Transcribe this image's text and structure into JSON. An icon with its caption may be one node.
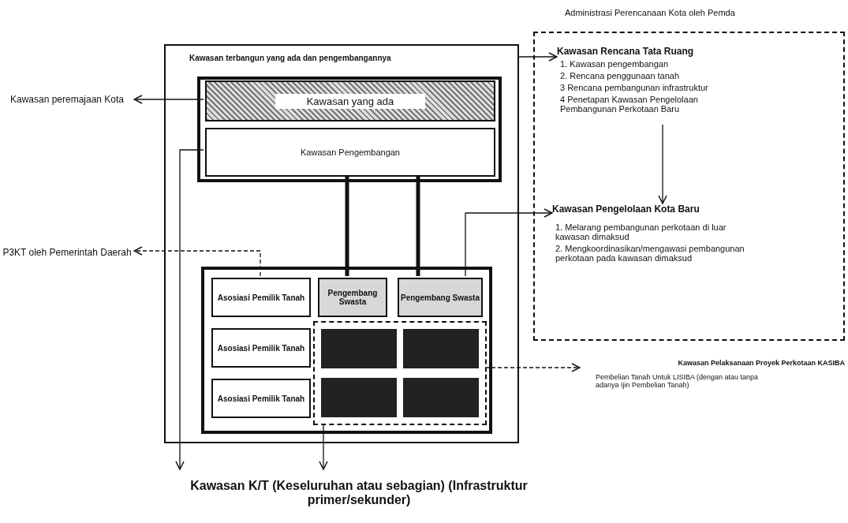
{
  "diagram": {
    "nodes": [
      {
        "text": [
          "Kawasan terbangun yang ada dan pengembangannya"
        ]
      },
      {
        "text": [
          "Kawasan yang ada"
        ],
        "in": 0
      },
      {
        "text": [
          "Kawasan Pengembangan"
        ],
        "in": 0
      },
      {
        "text": [
          "Asosiasi Pemilik Tanah"
        ],
        "in": 0
      },
      {
        "text": [
          "Pengembang Swasta"
        ],
        "in": 0
      },
      {
        "text": [
          "Pengembang Swasta"
        ],
        "in": 0
      },
      {
        "text": [
          "Asosiasi Pemilik Tanah"
        ],
        "in": 0
      },
      {
        "text": [],
        "shape": "box",
        "in": 0
      },
      {
        "text": [
          "Asosiasi Pemilik Tanah"
        ],
        "in": 0
      },
      {
        "text": [
          "Kawasan peremajaan Kota"
        ]
      },
      {
        "text": [
          "P3KT oleh Pemerintah Daerah"
        ]
      },
      {
        "text": [
          "Administrasi Perencanaan Kota oleh Pemda"
        ]
      },
      {
        "text": [
          "Kawasan Rencana Tata Ruang",
          "1. Kawasan pengembangan",
          "2. Rencana penggunaan tanah",
          "3 Rencana pembangunan infrastruktur",
          "4 Penetapan Kawasan Pengelolaan Pembangunan Perkotaan Baru"
        ],
        "in": 11
      },
      {
        "text": [
          "Kawasan Pengelolaan Kota Baru",
          "1. Melarang pembangunan perkotaan di luar kawasan dimaksud",
          "2. Mengkoordinasikan/mengawasi pembangunan perkotaan pada kawasan dimaksud"
        ],
        "in": 11
      },
      {
        "text": [
          "Kawasan Pelaksanaan Proyek Perkotaan KASIBA",
          "Pembelian Tanah Untuk LISIBA (dengan atau tanpa adanya Ijin Pembelian Tanah)"
        ]
      },
      {
        "text": [
          "Kawasan K/T (Keseluruhan atau sebagian) (Infrastruktur primer/sekunder)"
        ]
      }
    ],
    "edges": [
      {
        "from": 1,
        "to": 9,
        "arrow": "to"
      },
      {
        "from": 0,
        "to": 12,
        "arrow": "to"
      },
      {
        "from": 12,
        "to": 13,
        "arrow": "to"
      },
      {
        "from": 2,
        "to": 4,
        "arrow": "none",
        "style": "thick"
      },
      {
        "from": 2,
        "to": 5,
        "arrow": "none",
        "style": "thick"
      },
      {
        "from": 5,
        "to": 13,
        "arrow": "to"
      },
      {
        "from": 3,
        "to": 10,
        "arrow": "to",
        "style": "dashed"
      },
      {
        "from": 7,
        "to": 14,
        "arrow": "to",
        "style": "dashed"
      },
      {
        "from": 2,
        "to": 15,
        "arrow": "to"
      },
      {
        "from": 7,
        "to": 15,
        "arrow": "to"
      }
    ]
  }
}
